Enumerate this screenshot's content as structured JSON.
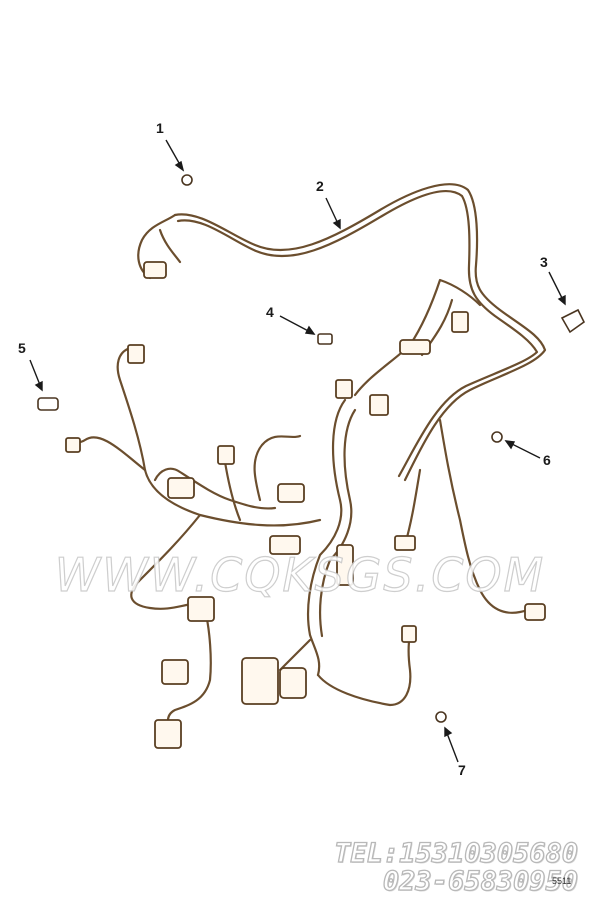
{
  "diagram": {
    "callouts": [
      {
        "id": "c1",
        "label": "1"
      },
      {
        "id": "c2",
        "label": "2"
      },
      {
        "id": "c3",
        "label": "3"
      },
      {
        "id": "c4",
        "label": "4"
      },
      {
        "id": "c5",
        "label": "5"
      },
      {
        "id": "c6",
        "label": "6"
      },
      {
        "id": "c7",
        "label": "7"
      }
    ],
    "drawing_ref": "5511",
    "line_color": "#6b4e2e"
  },
  "watermark": {
    "text": "WWW.CQKSGS.COM"
  },
  "contact": {
    "tel": "TEL:15310305680",
    "fax": "023-65830950"
  }
}
